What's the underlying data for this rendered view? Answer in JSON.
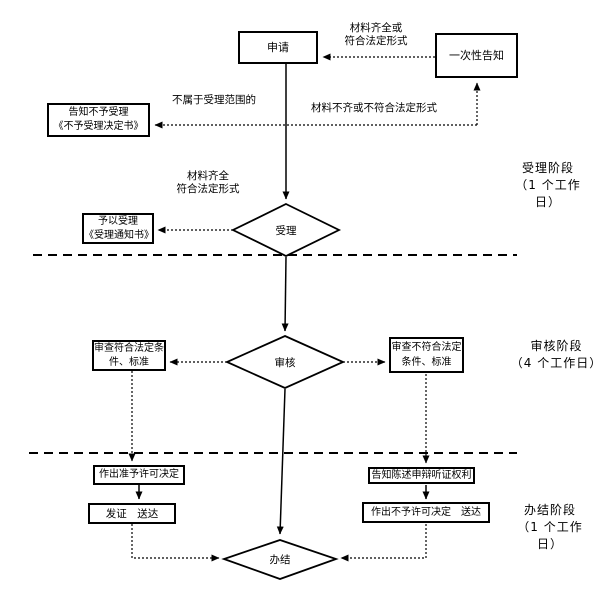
{
  "nodes": {
    "apply": {
      "label": "申请"
    },
    "one_time_notice": {
      "label": "一次性告知"
    },
    "reject_notice": {
      "label": "告知不予受理\n《不予受理决定书》"
    },
    "accept_notice": {
      "label": "予以受理\n《受理通知书》"
    },
    "accept_diamond": {
      "label": "受理"
    },
    "review_diamond": {
      "label": "审核"
    },
    "review_pass": {
      "label": "审查符合法定条\n件、标准"
    },
    "review_fail": {
      "label": "审查不符合法定\n条件、标准"
    },
    "grant_decision": {
      "label": "作出准予许可决定"
    },
    "issue_deliver": {
      "label": "发证　送达"
    },
    "inform_rights": {
      "label": "告知陈述申辩听证权利"
    },
    "deny_decision": {
      "label": "作出不予许可决定　送达"
    },
    "complete_diamond": {
      "label": "办结"
    }
  },
  "edge_labels": {
    "complete_or_legal": "材料齐全或\n符合法定形式",
    "out_of_scope": "不属于受理范围的",
    "incomplete_or_illegal": "材料不齐或不符合法定形式",
    "complete_legal": "材料齐全\n符合法定形式"
  },
  "phase_labels": {
    "accept_phase": "受理阶段\n（1 个工作\n日）",
    "review_phase": "审核阶段\n（4 个工作日）",
    "complete_phase": "办结阶段\n（1 个工作\n日）"
  },
  "colors": {
    "line": "#000000",
    "background": "#ffffff"
  }
}
